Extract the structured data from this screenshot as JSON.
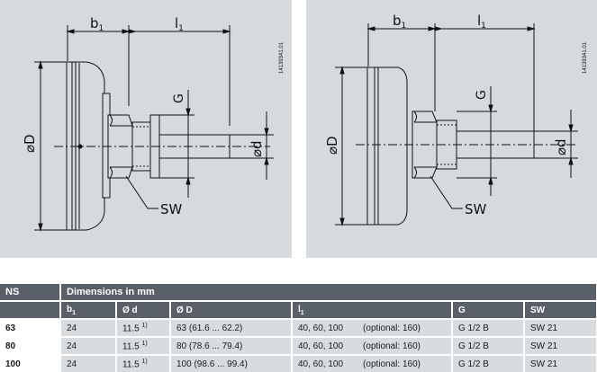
{
  "drawing": {
    "labels": {
      "b1_main": "b",
      "b1_sub": "1",
      "l1_main": "l",
      "l1_sub": "1",
      "G": "G",
      "SW": "SW",
      "phiD": "⌀D",
      "phid": "⌀d"
    },
    "codes": {
      "left": "14139341.01",
      "right": "14139341.01"
    }
  },
  "table": {
    "col_ns": "NS",
    "col_group": "Dimensions in mm",
    "sub_b1_main": "b",
    "sub_b1_sub": "1",
    "sub_d": "Ø d",
    "sub_D": "Ø D",
    "sub_l1_main": "l",
    "sub_l1_sub": "1",
    "sub_G": "G",
    "sub_SW": "SW",
    "rows": [
      {
        "ns": "63",
        "b1": "24",
        "d": "11.5",
        "d_note": "1)",
        "D": "63 (61.6 ... 62.2)",
        "l1": "40, 60, 100",
        "l1_opt": "(optional: 160)",
        "G": "G 1/2 B",
        "SW": "SW 21"
      },
      {
        "ns": "80",
        "b1": "24",
        "d": "11.5",
        "d_note": "1)",
        "D": "80 (78.6 ... 79.4)",
        "l1": "40, 60, 100",
        "l1_opt": "(optional: 160)",
        "G": "G 1/2 B",
        "SW": "SW 21"
      },
      {
        "ns": "100",
        "b1": "24",
        "d": "11.5",
        "d_note": "1)",
        "D": "100 (98.6 ... 99.4)",
        "l1": "40, 60, 100",
        "l1_opt": "(optional: 160)",
        "G": "G 1/2 B",
        "SW": "SW 21"
      }
    ]
  }
}
